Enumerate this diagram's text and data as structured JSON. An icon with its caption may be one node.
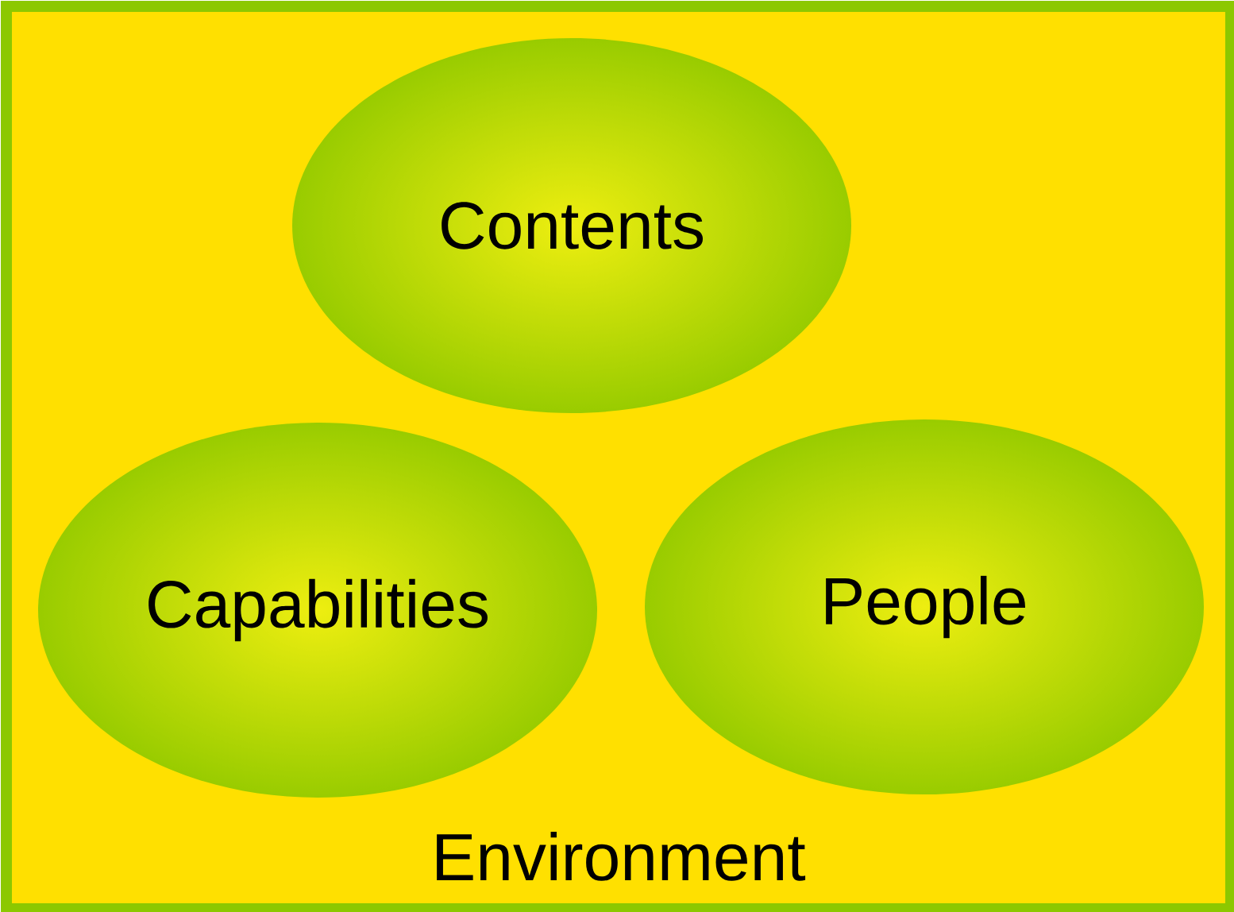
{
  "diagram": {
    "nodes": [
      {
        "text": [
          "Environment"
        ]
      },
      {
        "text": [
          "Contents"
        ],
        "in": 0
      },
      {
        "text": [
          "Capabilities"
        ],
        "in": 0
      },
      {
        "text": [
          "People"
        ],
        "in": 0
      }
    ]
  }
}
